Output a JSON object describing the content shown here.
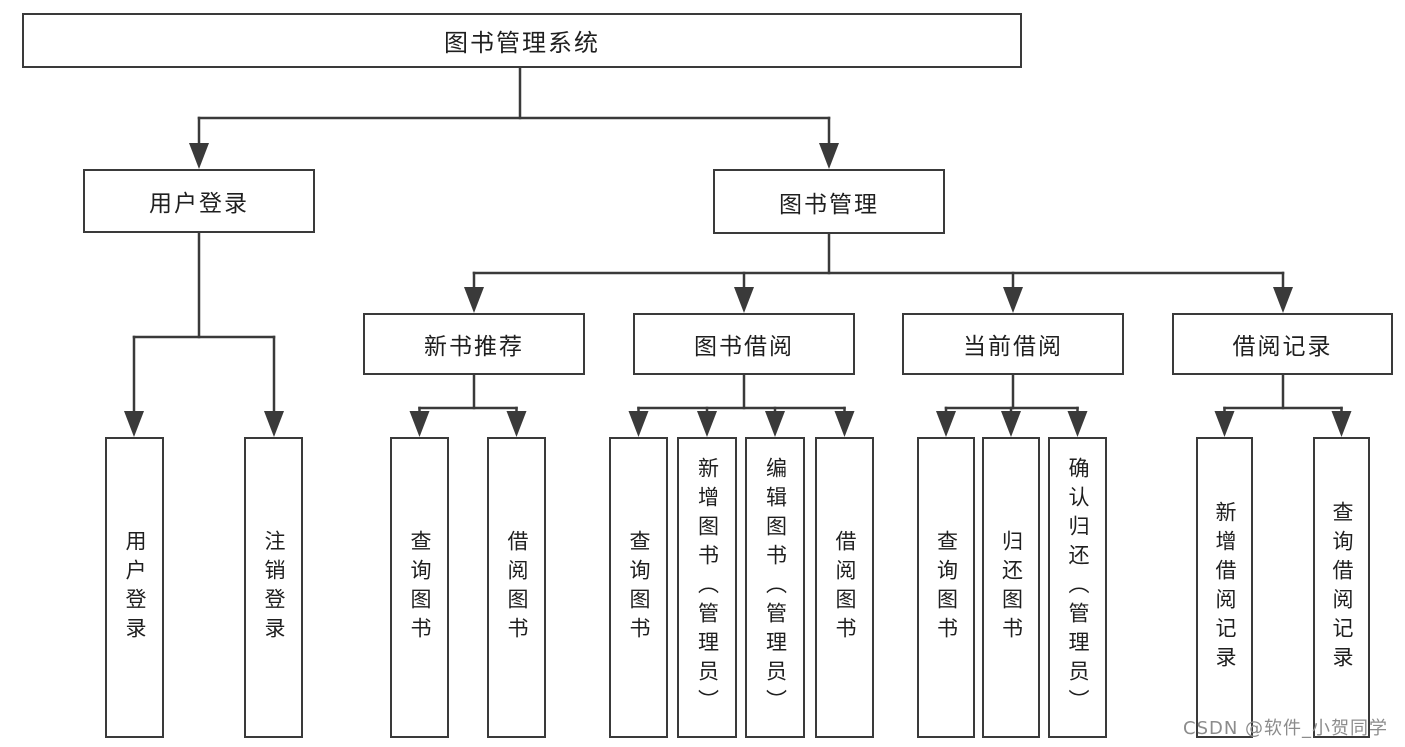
{
  "diagram": {
    "root_label": "图书管理系统",
    "level2": [
      {
        "label": "用户登录",
        "children": [
          {
            "label": "用户登录"
          },
          {
            "label": "注销登录"
          }
        ]
      },
      {
        "label": "图书管理"
      }
    ],
    "level3": [
      {
        "label": "新书推荐",
        "children": [
          {
            "label": "查询图书"
          },
          {
            "label": "借阅图书"
          }
        ]
      },
      {
        "label": "图书借阅",
        "children": [
          {
            "label": "查询图书"
          },
          {
            "label": "新增图书（管理员）"
          },
          {
            "label": "编辑图书（管理员）"
          },
          {
            "label": "借阅图书"
          }
        ]
      },
      {
        "label": "当前借阅",
        "children": [
          {
            "label": "查询图书"
          },
          {
            "label": "归还图书"
          },
          {
            "label": "确认归还（管理员）"
          }
        ]
      },
      {
        "label": "借阅记录",
        "children": [
          {
            "label": "新增借阅记录"
          },
          {
            "label": "查询借阅记录"
          }
        ]
      }
    ]
  },
  "watermark": "CSDN @软件_小贺同学",
  "colors": {
    "background": "#ffffff",
    "line": "#3a3a3a",
    "box_border": "#3a3a3a",
    "text": "#1f1f1f",
    "watermark": "#8c8c8c"
  }
}
